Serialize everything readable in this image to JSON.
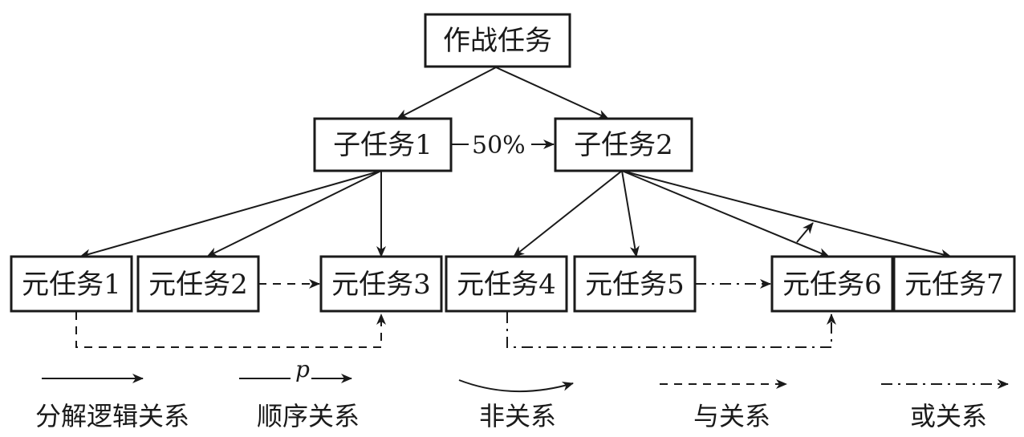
{
  "nodes": {
    "root": "作战任务",
    "sub1": "子任务1",
    "sub2": "子任务2",
    "m1": "元任务1",
    "m2": "元任务2",
    "m3": "元任务3",
    "m4": "元任务4",
    "m5": "元任务5",
    "m6": "元任务6",
    "m7": "元任务7"
  },
  "edge_labels": {
    "sub1_to_sub2": "50%"
  },
  "legend": {
    "decomposition": "分解逻辑关系",
    "sequence": "顺序关系",
    "sequence_param": "p",
    "not": "非关系",
    "and": "与关系",
    "or": "或关系"
  },
  "colors": {
    "line": "#1a1a1a",
    "background": "#ffffff"
  }
}
